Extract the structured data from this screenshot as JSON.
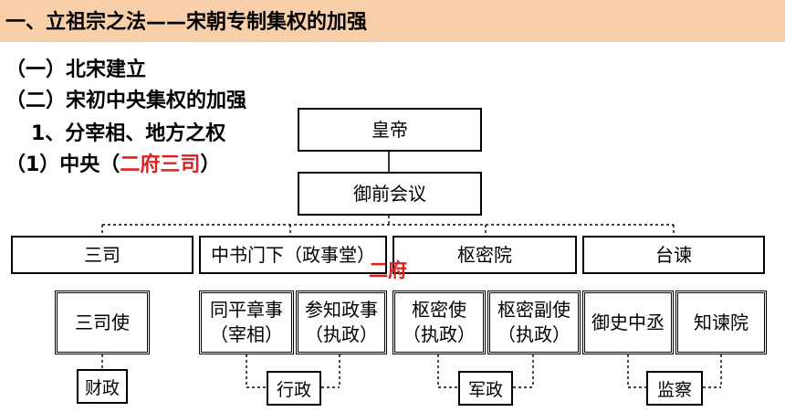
{
  "header": {
    "title": "一、立祖宗之法——宋朝专制集权的加强"
  },
  "outline": [
    "（一）北宋建立",
    "（二）宋初中央集权的加强",
    "1、分宰相、地方之权",
    "（1）中央（"
  ],
  "outline_highlight": "二府三司",
  "outline_close": "）",
  "chart": {
    "top": "皇帝",
    "council": "御前会议",
    "departments": [
      "三司",
      "中书门下（政事堂）",
      "枢密院",
      "台谏"
    ],
    "offices": [
      {
        "line1": "三司使",
        "line2": ""
      },
      {
        "line1": "同平章事",
        "line2": "（宰相）"
      },
      {
        "line1": "参知政事",
        "line2": "（执政）"
      },
      {
        "line1": "枢密使",
        "line2": "（执政）"
      },
      {
        "line1": "枢密副使",
        "line2": "（执政）"
      },
      {
        "line1": "御史中丞",
        "line2": ""
      },
      {
        "line1": "知谏院",
        "line2": ""
      }
    ],
    "functions": [
      "财政",
      "行政",
      "军政",
      "监察"
    ],
    "overlay": "二府"
  }
}
